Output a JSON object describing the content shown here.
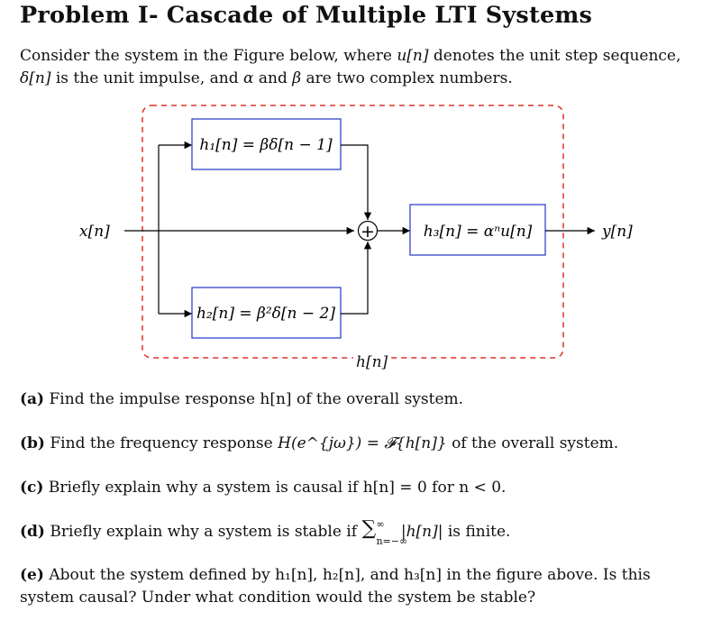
{
  "title": "Problem I- Cascade of Multiple LTI Systems",
  "intro": {
    "p1": "Consider the system in the Figure below, where ",
    "u_n": "u[n]",
    "p2": " denotes the unit step sequence, ",
    "delta_n": "δ[n]",
    "p3": " is the unit impulse, and ",
    "alpha": "α",
    "p4": " and ",
    "beta": "β",
    "p5": " are two complex numbers."
  },
  "diagram": {
    "input_label": "x[n]",
    "output_label": "y[n]",
    "h1": "h₁[n] = βδ[n − 1]",
    "h2": "h₂[n] = β²δ[n − 2]",
    "h3": "h₃[n] = αⁿu[n]",
    "overall_label": "h[n]",
    "adder_symbol": "+",
    "colors": {
      "box_border": "#3344cc",
      "dashed_border": "#e0302a",
      "line": "#000000"
    }
  },
  "questions": [
    {
      "label": "(a)",
      "text": "Find the impulse response h[n] of the overall system."
    },
    {
      "label": "(b)",
      "text_start": "Find the frequency response ",
      "math": "H(e^{jω}) = 𝓕{h[n]}",
      "text_end": " of the overall system."
    },
    {
      "label": "(c)",
      "text": "Briefly explain why a system is causal if h[n] = 0 for n < 0."
    },
    {
      "label": "(d)",
      "text_start": "Briefly explain why a system is stable if ",
      "sum_symbol": "∑",
      "sum_upper": "∞",
      "sum_lower": "n=−∞",
      "sum_body": " |h[n]|",
      "text_end": " is finite."
    },
    {
      "label": "(e)",
      "text": "About the system defined by h₁[n], h₂[n], and h₃[n] in the figure above. Is this system causal? Under what condition would the system be stable?"
    }
  ]
}
